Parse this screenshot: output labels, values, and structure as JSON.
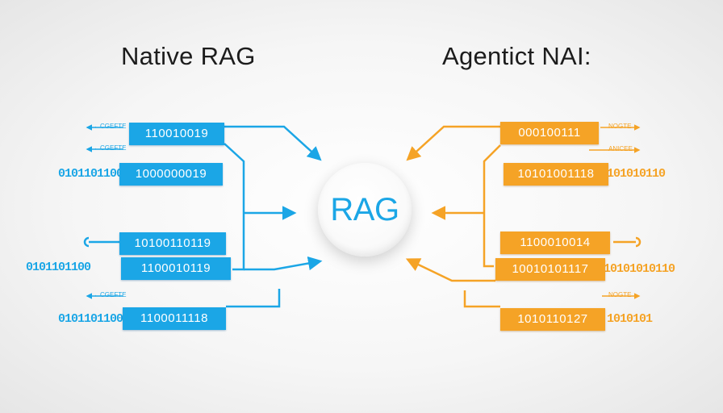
{
  "titles": {
    "left": "Native RAG",
    "right": "Agentict NAI:"
  },
  "hub": {
    "label": "RAG"
  },
  "colors": {
    "left_accent": "#1ba6e6",
    "right_accent": "#f5a326",
    "background": "#f4f4f4"
  },
  "left": {
    "boxes": [
      "110010019",
      "1000000019",
      "10100110119",
      "1100010119",
      "1100011118"
    ],
    "streams": [
      "0101101100",
      "0101101100",
      "0101101100"
    ],
    "tags": [
      "←CGEFTE",
      "←CGEFTE",
      "←CGEFTE"
    ]
  },
  "right": {
    "boxes": [
      "000100111",
      "10101001118",
      "1100010014",
      "10010101117",
      "1010110127"
    ],
    "streams": [
      "101010110",
      "10101010110",
      "1010101"
    ],
    "tags": [
      "NOGTE→",
      "ANICEE→",
      "NOGTE→"
    ]
  }
}
